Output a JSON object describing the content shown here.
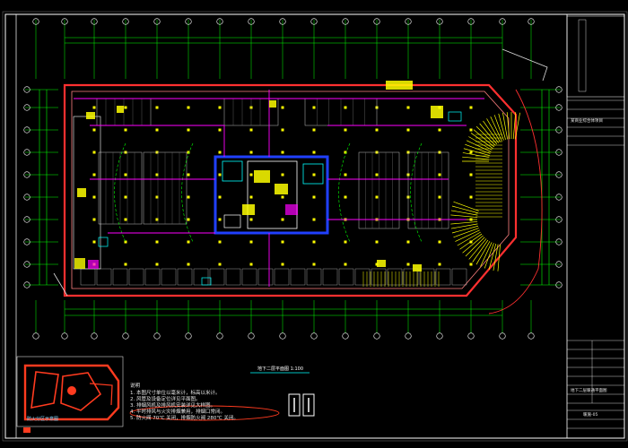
{
  "drawing": {
    "colors": {
      "background": "#000000",
      "frame": "#ffffff",
      "axis": "#00ff00",
      "wall": "#ff3030",
      "dimension": "#00ff00",
      "equipment": "#ffff00",
      "duct": "#ff00ff",
      "core": "#2040ff",
      "annotation": "#00ffff",
      "accent": "#ff3b1f"
    }
  },
  "notes": {
    "heading": "说明",
    "lines": [
      "1. 本图尺寸单位以毫米计，标高以米计。",
      "2. 风管及设备定位详见平面图。",
      "3. 排烟风机及排风机安装详见大样图。",
      "4. 平时排风与火灾排烟兼用，排烟口常闭。",
      "5. 防火阀 70℃ 关闭，排烟防火阀 280℃ 关闭。"
    ]
  },
  "plan_title": {
    "main": "地下二层平面图",
    "scale": "1:100"
  },
  "key_plan": {
    "label": "防火分区示意图"
  },
  "title_block": {
    "project": "某商业综合体项目",
    "drawing_name": "地下二层暖通平面图",
    "sheet_no": "暖施-05"
  }
}
